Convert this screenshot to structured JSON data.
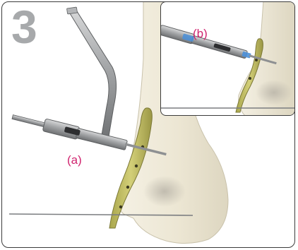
{
  "step": {
    "number": "3"
  },
  "labels": {
    "a": "(a)",
    "b": "(b)"
  },
  "colors": {
    "bone": "#ece6d4",
    "plate": "#c9c36a",
    "instrument": "#9a9c9e",
    "label": "#d0256f",
    "step_number": "#a7a9ab",
    "sleeve_accent": "#4a8fd8"
  }
}
